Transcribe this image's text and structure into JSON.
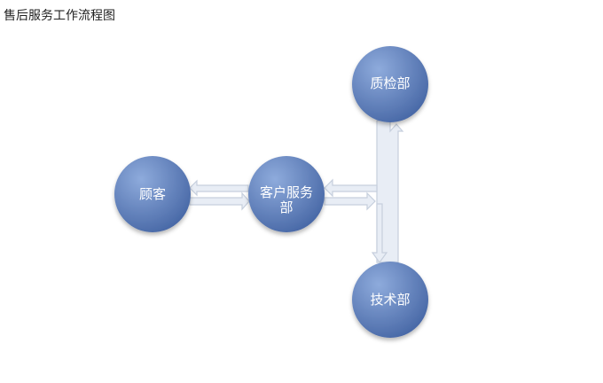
{
  "title": "售后服务工作流程图",
  "nodes": {
    "customer": "顾客",
    "service": "客户服务部",
    "qc": "质检部",
    "tech": "技术部"
  },
  "colors": {
    "node_light": "#84a3d8",
    "node_dark": "#4767a6",
    "arrow_fill": "#e8edf5",
    "arrow_stroke": "#c5cfdd"
  }
}
